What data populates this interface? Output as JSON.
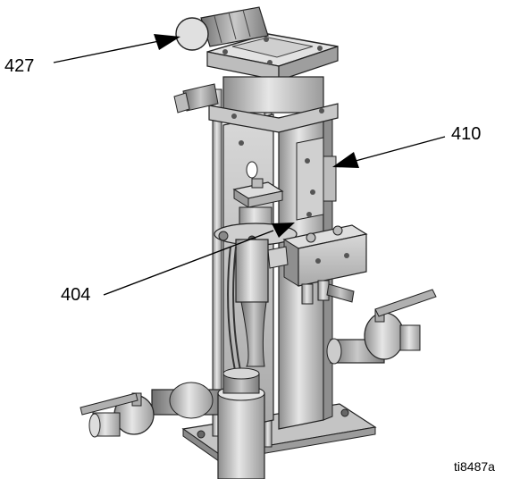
{
  "callouts": {
    "c427": "427",
    "c410": "410",
    "c404": "404"
  },
  "figure_id": "ti8487a"
}
